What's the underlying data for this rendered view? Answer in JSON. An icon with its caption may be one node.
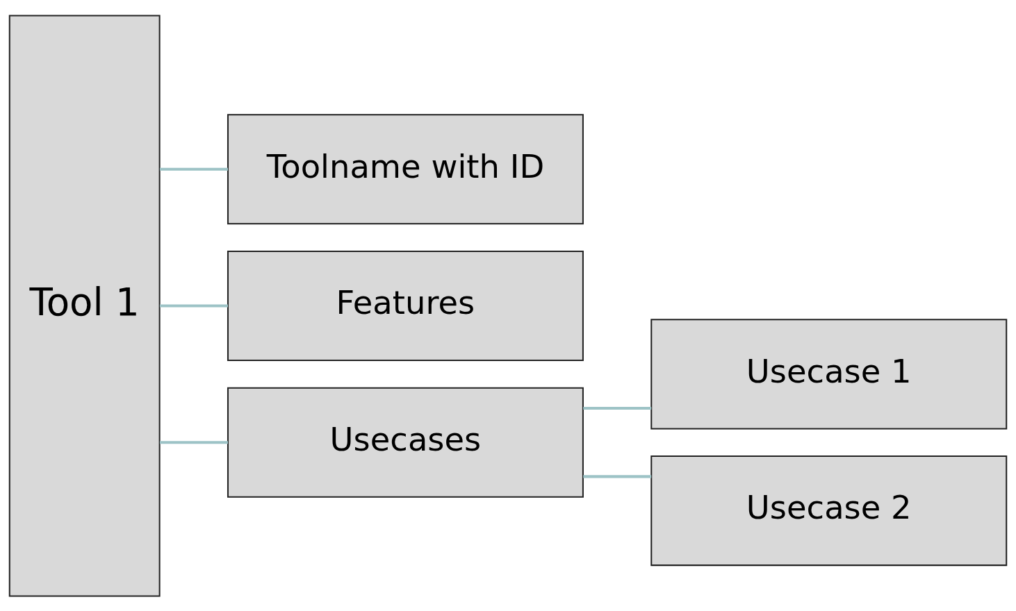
{
  "diagram": {
    "nodes": [
      {
        "text": [
          "Tool 1"
        ]
      },
      {
        "text": [
          "Toolname with ID"
        ]
      },
      {
        "text": [
          "Features"
        ]
      },
      {
        "text": [
          "Usecases"
        ]
      },
      {
        "text": [
          "Usecase 1"
        ]
      },
      {
        "text": [
          "Usecase 2"
        ]
      }
    ],
    "edges": [
      {
        "from": 0,
        "to": 1,
        "arrow": "none"
      },
      {
        "from": 0,
        "to": 2,
        "arrow": "none"
      },
      {
        "from": 0,
        "to": 3,
        "arrow": "none"
      },
      {
        "from": 3,
        "to": 4,
        "arrow": "none"
      },
      {
        "from": 3,
        "to": 5,
        "arrow": "none"
      }
    ]
  }
}
